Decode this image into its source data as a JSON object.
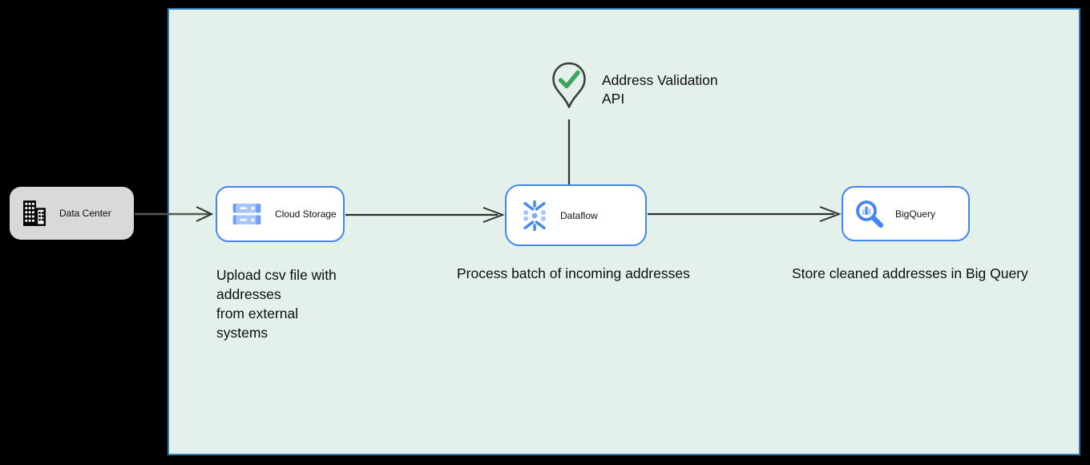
{
  "diagram": {
    "nodes": {
      "data_center": {
        "label": "Data Center"
      },
      "cloud_storage": {
        "label": "Cloud Storage"
      },
      "dataflow": {
        "label": "Dataflow"
      },
      "bigquery": {
        "label": "BigQuery"
      }
    },
    "annotations": {
      "address_validation": "Address Validation\nAPI",
      "upload_caption": "Upload csv file with\naddresses\nfrom external\nsystems",
      "process_caption": "Process batch of incoming addresses",
      "store_caption": "Store cleaned addresses in Big Query"
    },
    "colors": {
      "page_background": "#000000",
      "boundary_fill": "#e4f1ea",
      "boundary_border": "#2d7ab8",
      "node_border_blue": "#4285f4",
      "data_center_fill": "#d9d9d9",
      "icon_blue": "#4285f4",
      "icon_light_blue": "#a7c6fa",
      "pin_outline": "#3e3e3e",
      "check_green": "#3da45b",
      "connector_dark": "#2e332e",
      "connector_gray": "#565b54",
      "text": "#0d0d0d"
    }
  }
}
